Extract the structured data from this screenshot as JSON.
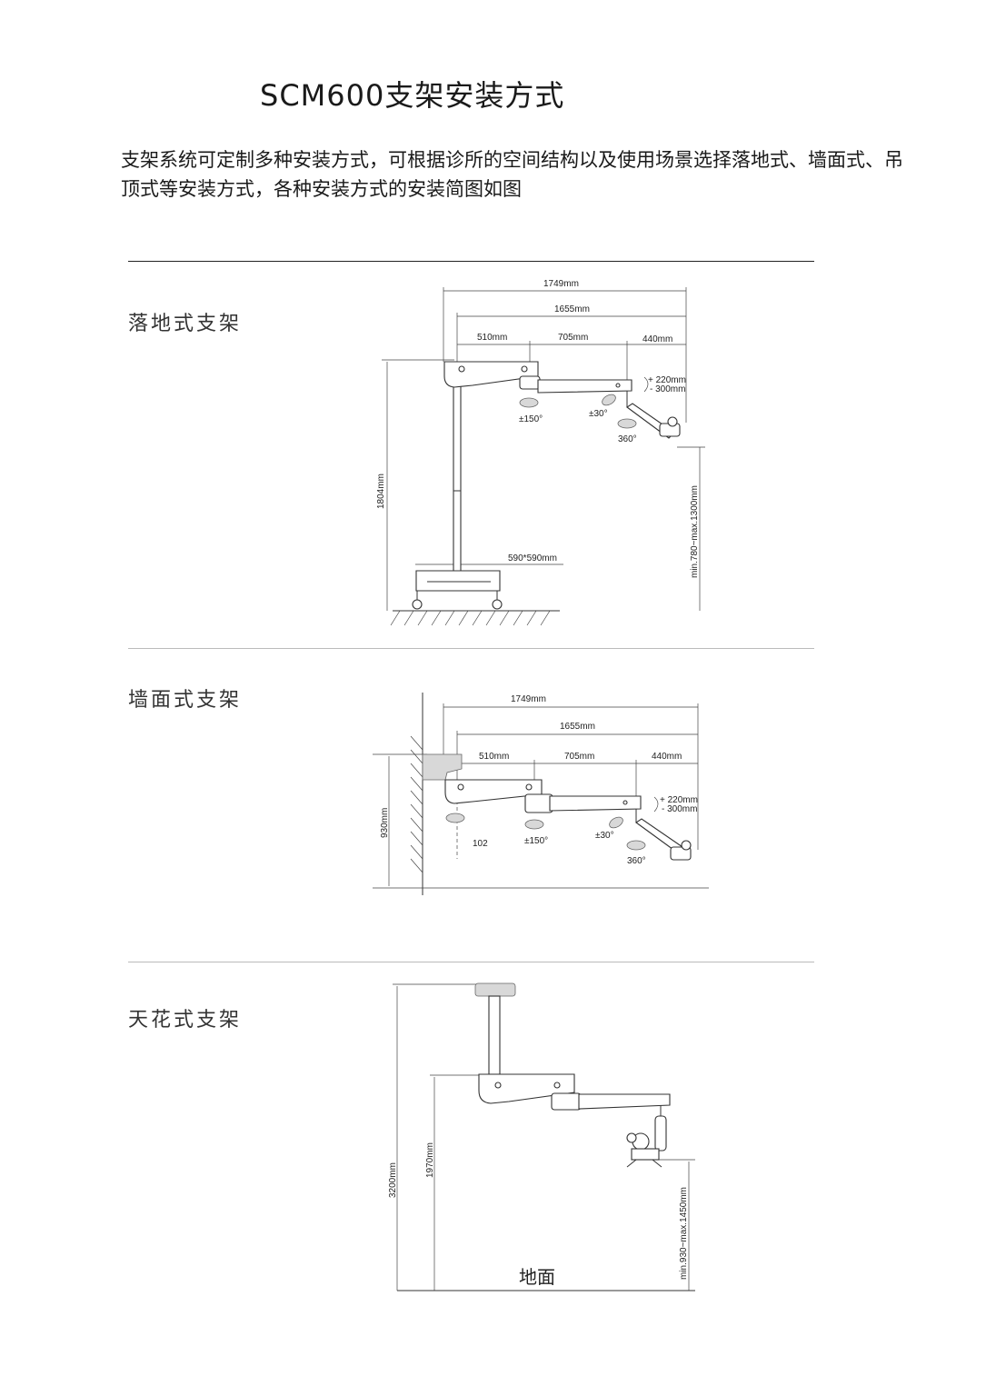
{
  "title": "SCM600支架安装方式",
  "intro": "支架系统可定制多种安装方式，可根据诊所的空间结构以及使用场景选择落地式、墙面式、吊顶式等安装方式，各种安装方式的安装简图如图",
  "sections": {
    "floor": {
      "label": "落地式支架",
      "dims": {
        "total": "1749mm",
        "reach": "1655mm",
        "a": "510mm",
        "b": "705mm",
        "c": "440mm",
        "vertical_adj": "+ 220mm",
        "vertical_adj2": "- 300mm",
        "rot1": "±150°",
        "rot2": "±30°",
        "rot3": "360°",
        "height": "1804mm",
        "base": "590*590mm",
        "working": "min.780~max.1300mm"
      }
    },
    "wall": {
      "label": "墙面式支架",
      "dims": {
        "total": "1749mm",
        "reach": "1655mm",
        "a": "510mm",
        "b": "705mm",
        "c": "440mm",
        "vertical_adj": "+ 220mm",
        "vertical_adj2": "- 300mm",
        "rot0": "102",
        "rot1": "±150°",
        "rot2": "±30°",
        "rot3": "360°",
        "height": "930mm"
      }
    },
    "ceiling": {
      "label": "天花式支架",
      "dims": {
        "ceiling_height": "3200mm",
        "arm_height": "1970mm",
        "working": "min.930~max.1450mm",
        "ground": "地面"
      }
    }
  }
}
